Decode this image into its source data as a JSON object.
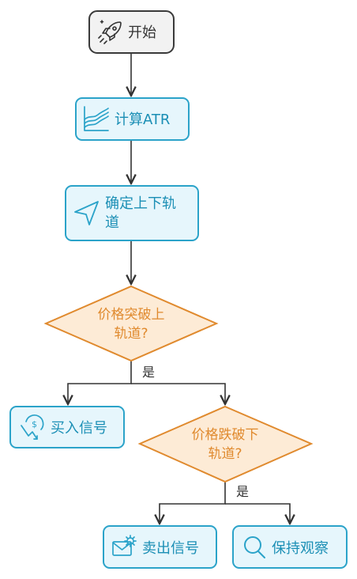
{
  "nodes": {
    "start": {
      "label": "开始",
      "icon": "rocket-icon"
    },
    "compute_atr": {
      "label": "计算ATR",
      "icon": "chart-area-icon"
    },
    "determine_channel": {
      "line1": "确定上下轨",
      "line2": "道",
      "icon": "navigation-arrow-icon"
    },
    "break_upper": {
      "line1": "价格突破上",
      "line2": "轨道?"
    },
    "buy_signal": {
      "label": "买入信号",
      "icon": "money-down-icon"
    },
    "break_lower": {
      "line1": "价格跌破下",
      "line2": "轨道?"
    },
    "sell_signal": {
      "label": "卖出信号",
      "icon": "mail-gear-icon"
    },
    "hold_observe": {
      "label": "保持观察",
      "icon": "search-icon"
    }
  },
  "edges": {
    "yes_label_1": "是",
    "yes_label_2": "是"
  },
  "colors": {
    "process_fill": "#e6f6fc",
    "process_stroke": "#2ba3c9",
    "process_text": "#1b8fb5",
    "decision_fill": "#fdebd6",
    "decision_stroke": "#e08a2e",
    "decision_text": "#e08a2e",
    "start_fill": "#f2f2f2",
    "start_stroke": "#3a3a3a",
    "line": "#333333"
  }
}
